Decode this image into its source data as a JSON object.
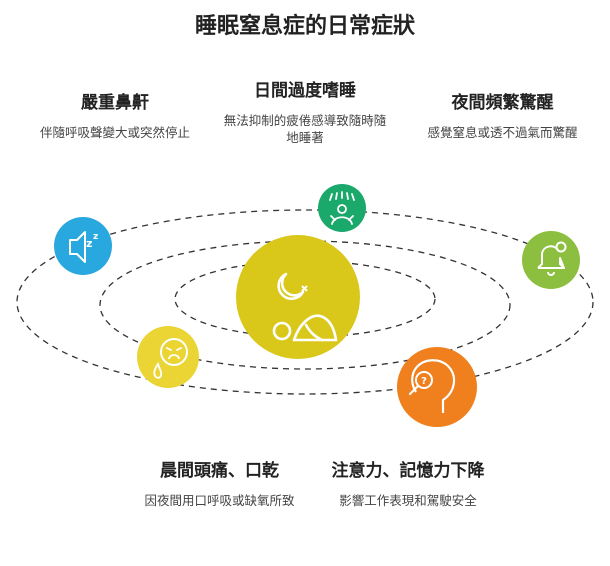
{
  "title": "睡眠窒息症的日常症狀",
  "symptoms": [
    {
      "heading": "嚴重鼻鼾",
      "description": "伴隨呼吸聲變大或突然停止",
      "icon": "snore-speaker-icon",
      "color": "#29a8df"
    },
    {
      "heading": "日間過度嗜睡",
      "description": "無法抑制的疲倦感導致隨時隨地睡著",
      "icon": "sleepy-person-icon",
      "color": "#1aa86b"
    },
    {
      "heading": "夜間頻繁驚醒",
      "description": "感覺窒息或透不過氣而驚醒",
      "icon": "alarm-bell-icon",
      "color": "#8cbf3f"
    },
    {
      "heading": "晨間頭痛、口乾",
      "description": "因夜間用口呼吸或缺氧所致",
      "icon": "headache-face-icon",
      "color": "#ebd535"
    },
    {
      "heading": "注意力、記憶力下降",
      "description": "影響工作表現和駕駛安全",
      "icon": "confused-head-icon",
      "color": "#f07f1d"
    }
  ],
  "center": {
    "icon": "sleep-apnea-icon",
    "color": "#d9c81a"
  }
}
